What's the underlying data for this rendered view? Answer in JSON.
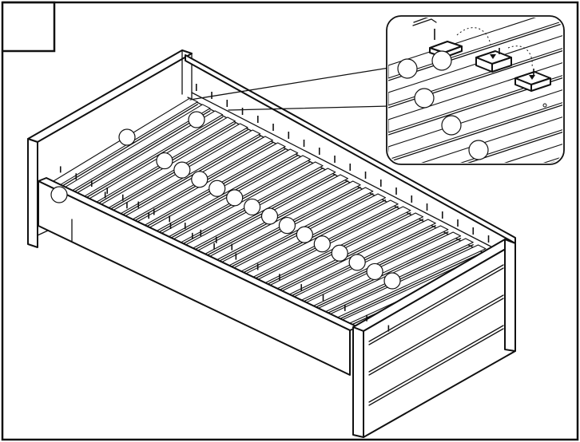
{
  "diagram": {
    "kind": "assembly-instruction",
    "step_label": "",
    "subject": "",
    "main_callout_count": 17,
    "slat_count": 25,
    "detail": {
      "callout_count": 5,
      "clip_count": 3
    },
    "colors": {
      "ink": "#111111",
      "paper": "#ffffff"
    }
  }
}
